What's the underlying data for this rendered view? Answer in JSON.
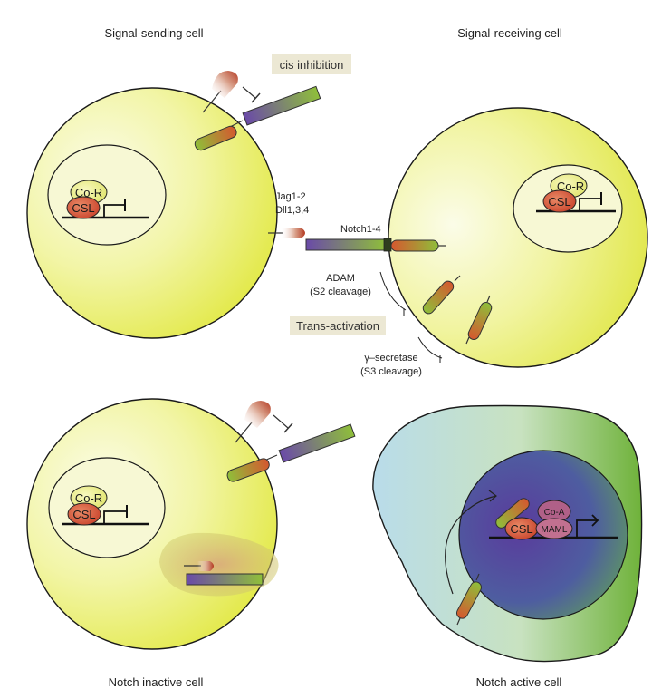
{
  "labels": {
    "signal_sending": "Signal-sending cell",
    "signal_receiving": "Signal-receiving cell",
    "cis_inhibition": "cis inhibition",
    "ligand_line1": "Jag1-2",
    "ligand_line2": "Dll1,3,4",
    "receptor": "Notch1-4",
    "adam_line1": "ADAM",
    "adam_line2": "(S2 cleavage)",
    "trans_activation": "Trans-activation",
    "gamma_line1": "γ–secretase",
    "gamma_line2": "(S3 cleavage)",
    "notch_inactive": "Notch inactive cell",
    "notch_active": "Notch active cell"
  },
  "molecules": {
    "co_r": "Co-R",
    "csl": "CSL",
    "co_a": "Co-A",
    "maml": "MAML"
  },
  "colors": {
    "cell_yellow": "#e3ea3a",
    "ligand_red": "#c9472a",
    "receptor_purple": "#6a4aa8",
    "receptor_green": "#8fbf3a",
    "label_box": "#ece8d4"
  }
}
